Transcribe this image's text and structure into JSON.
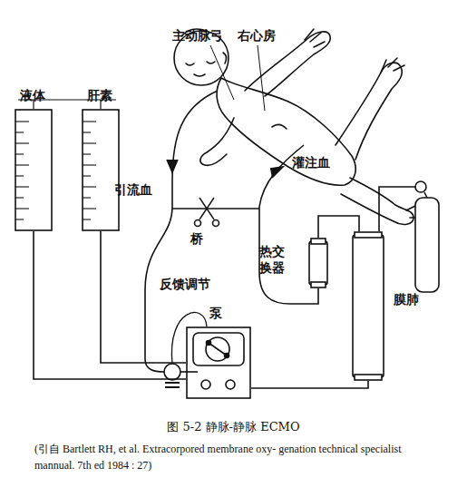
{
  "diagram": {
    "caption": "图 5-2 静脉-静脉 ECMO",
    "nodes": [
      {
        "text": [
          "液体"
        ]
      },
      {
        "text": [
          "肝素"
        ]
      },
      {
        "text": [
          "热交换器"
        ]
      },
      {
        "text": [
          "膜肺"
        ]
      },
      {
        "text": [
          "泵"
        ]
      }
    ],
    "edges": [
      {
        "from": 0,
        "to": 4,
        "arrow": "none"
      },
      {
        "from": 1,
        "to": 4,
        "arrow": "none"
      },
      {
        "from": 4,
        "to": 3,
        "arrow": "none"
      },
      {
        "from": 3,
        "to": 2,
        "arrow": "none"
      }
    ],
    "labels": [
      "主动脉弓",
      "右心房",
      "引流血",
      "灌注血",
      "桥",
      "反馈调节",
      "(引自 Bartlett RH, et al. Extracorpored membrane oxy- genation technical specialist mannual. 7th ed 1984 : 27)"
    ]
  }
}
